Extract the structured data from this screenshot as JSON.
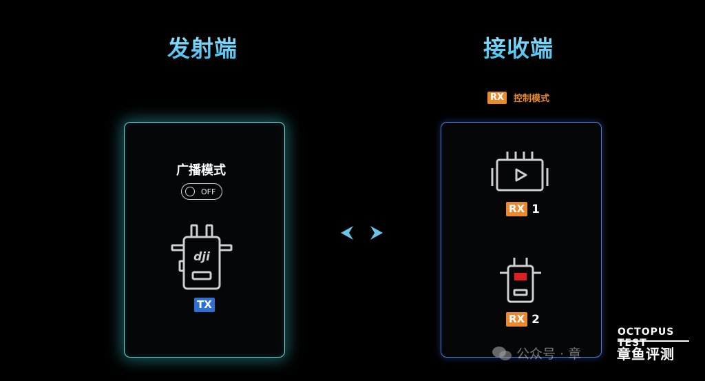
{
  "tx": {
    "title": "发射端",
    "mode_label": "广播模式",
    "toggle_state": "OFF",
    "device_logo": "dji",
    "badge": "TX",
    "accent": "#68d6d6"
  },
  "rx": {
    "title": "接收端",
    "control_badge": "RX",
    "control_text": "控制模式",
    "receivers": [
      {
        "badge": "RX",
        "number": "1",
        "device_icon": "camera-play-icon"
      },
      {
        "badge": "RX",
        "number": "2",
        "device_icon": "receiver-red-icon"
      }
    ],
    "accent": "#4f7fe0"
  },
  "watermark": {
    "wechat_text": "公众号 · 章",
    "brand_en": "OCTOPUS TEST",
    "brand_cn": "章鱼评测"
  },
  "colors": {
    "title_gradient_top": "#9fe6ff",
    "title_gradient_bottom": "#3fb9ea",
    "orange": "#e98a2c",
    "tx_blue": "#2f6fd1"
  }
}
